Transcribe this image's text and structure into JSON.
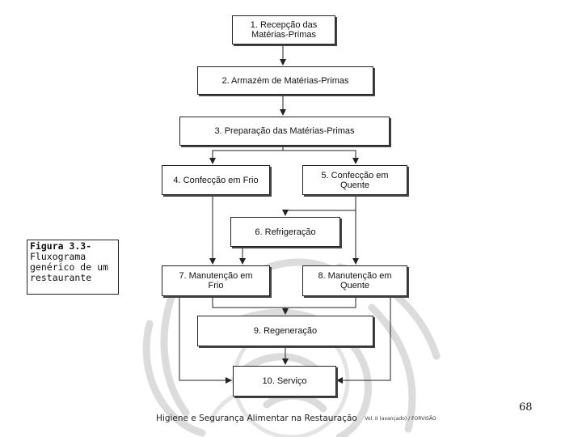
{
  "diagram": {
    "nodes": [
      {
        "id": "n1",
        "label": "1. Recepção das\nMatérias-Primas"
      },
      {
        "id": "n2",
        "label": "2. Armazém de Matérias-Primas"
      },
      {
        "id": "n3",
        "label": "3. Preparação das Matérias-Primas"
      },
      {
        "id": "n4",
        "label": "4. Confecção em Frio"
      },
      {
        "id": "n5",
        "label": "5. Confecção em\nQuente"
      },
      {
        "id": "n6",
        "label": "6. Refrigeração"
      },
      {
        "id": "n7",
        "label": "7. Manutenção em\nFrio"
      },
      {
        "id": "n8",
        "label": "8. Manutenção em\nQuente"
      },
      {
        "id": "n9",
        "label": "9. Regeneração"
      },
      {
        "id": "n10",
        "label": "10. Serviço"
      }
    ],
    "edges": [
      {
        "from": "n1",
        "to": "n2"
      },
      {
        "from": "n2",
        "to": "n3"
      },
      {
        "from": "n3",
        "to": "n4"
      },
      {
        "from": "n3",
        "to": "n5"
      },
      {
        "from": "n4",
        "to": "n7"
      },
      {
        "from": "n5",
        "to": "n6"
      },
      {
        "from": "n5",
        "to": "n8"
      },
      {
        "from": "n6",
        "to": "n7"
      },
      {
        "from": "n7",
        "to": "n9"
      },
      {
        "from": "n8",
        "to": "n9"
      },
      {
        "from": "n7",
        "to": "n10"
      },
      {
        "from": "n8",
        "to": "n10"
      },
      {
        "from": "n9",
        "to": "n10"
      }
    ]
  },
  "caption": {
    "title": "Figura 3.3-",
    "text": "Fluxograma genérico de um restaurante"
  },
  "footer": {
    "text": "Higiene e Segurança Alimentar na Restauração",
    "subtext": "Vol. II (avançado) / FORVISÃO"
  },
  "page_number": "68",
  "colors": {
    "line": "#222222",
    "watermark": "#d8d8d8"
  }
}
